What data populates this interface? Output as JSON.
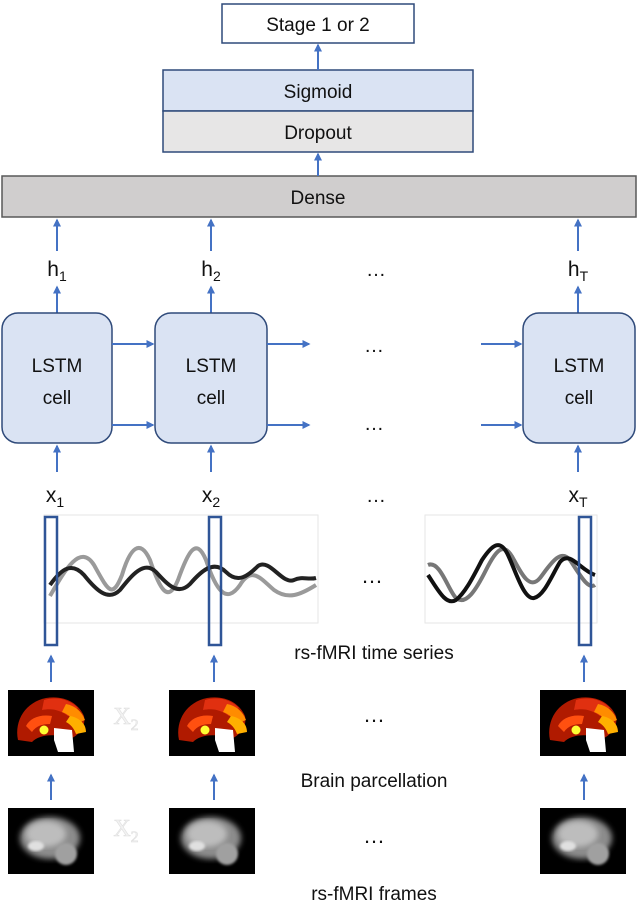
{
  "output": {
    "label": "Stage 1 or 2"
  },
  "sigmoid": {
    "label": "Sigmoid"
  },
  "dropout": {
    "label": "Dropout"
  },
  "dense": {
    "label": "Dense"
  },
  "hidden": [
    {
      "base": "h",
      "sub": "1"
    },
    {
      "base": "h",
      "sub": "2"
    },
    {
      "base": "h",
      "sub": "T"
    }
  ],
  "inputs": [
    {
      "base": "x",
      "sub": "1"
    },
    {
      "base": "x",
      "sub": "2"
    },
    {
      "base": "x",
      "sub": "T"
    }
  ],
  "lstm_cells": [
    {
      "line1": "LSTM",
      "line2": "cell"
    },
    {
      "line1": "LSTM",
      "line2": "cell"
    },
    {
      "line1": "LSTM",
      "line2": "cell"
    }
  ],
  "ellipsis": "…",
  "faint_label": {
    "base": "X",
    "sub": "2"
  },
  "captions": {
    "time_series": "rs-fMRI time series",
    "parcellation": "Brain parcellation",
    "frames": "rs-fMRI frames"
  },
  "colors": {
    "arrow": "#4472c4",
    "box_blue": "#dae3f3",
    "box_gray": "#e7e6e6",
    "dense_gray": "#d0cece",
    "window_stroke": "#2f5597"
  }
}
